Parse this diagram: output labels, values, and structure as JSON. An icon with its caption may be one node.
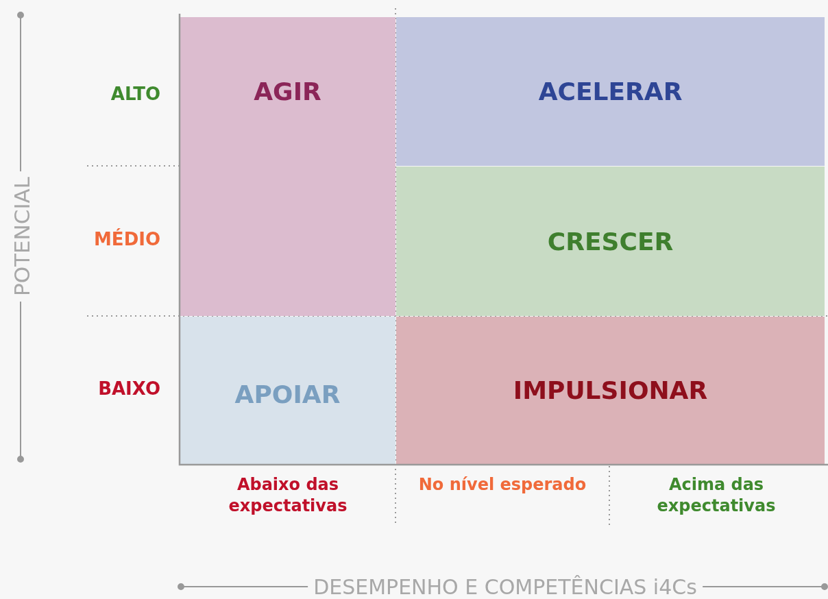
{
  "diagram": {
    "nodes": [
      {
        "text": [
          "AGIR"
        ]
      },
      {
        "text": [
          "ACELERAR"
        ]
      },
      {
        "text": [
          "CRESCER"
        ]
      },
      {
        "text": [
          "APOIAR"
        ]
      },
      {
        "text": [
          "IMPULSIONAR"
        ]
      }
    ],
    "labels": [
      "ALTO",
      "MÉDIO",
      "BAIXO",
      "Abaixo das expectativas",
      "No nível esperado",
      "Acima das expectativas",
      "POTENCIAL",
      "DESEMPENHO E COMPETÊNCIAS i4Cs"
    ]
  }
}
